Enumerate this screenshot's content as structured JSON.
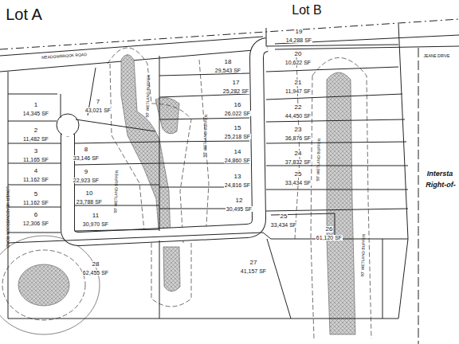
{
  "diagram": {
    "labels": [
      "Lot A",
      "Lot B",
      "MEADOWBROOK ROAD",
      "JEANE DRIVE",
      "LOWER MEADOWBROOK ROAD",
      "Intersta",
      "Right-of-",
      "1",
      "14,345 SF",
      "2",
      "11,482 SF",
      "3",
      "11,165 SF",
      "4",
      "11,162 SF",
      "5",
      "11,162 SF",
      "6",
      "12,306 SF",
      "7",
      "43,021 SF",
      "8",
      "33,146 SF",
      "9",
      "22,923 SF",
      "10",
      "23,788 SF",
      "11",
      "30,970 SF",
      "12",
      "30,495 SF",
      "13",
      "24,816 SF",
      "14",
      "24,860 SF",
      "15",
      "25,218 SF",
      "16",
      "26,022 SF",
      "17",
      "25,282 SF",
      "18",
      "29,543 SF",
      "19",
      "14,288 SF",
      "20",
      "10,622 SF",
      "21",
      "11,947 SF",
      "22",
      "44,450 SF",
      "23",
      "36,876 SF",
      "24",
      "37,832 SF",
      "25",
      "33,434 SF",
      "25",
      "33,434 SF",
      "26",
      "61,120 SF",
      "27",
      "41,157 SF",
      "28",
      "62,455 SF",
      "50' WETLAND BUFFER",
      "50' WETLAND BUFFER",
      "50' WETLAND BUFFER",
      "50' WETLAND BUFFER",
      "50' WETLAND BUFFER"
    ]
  }
}
